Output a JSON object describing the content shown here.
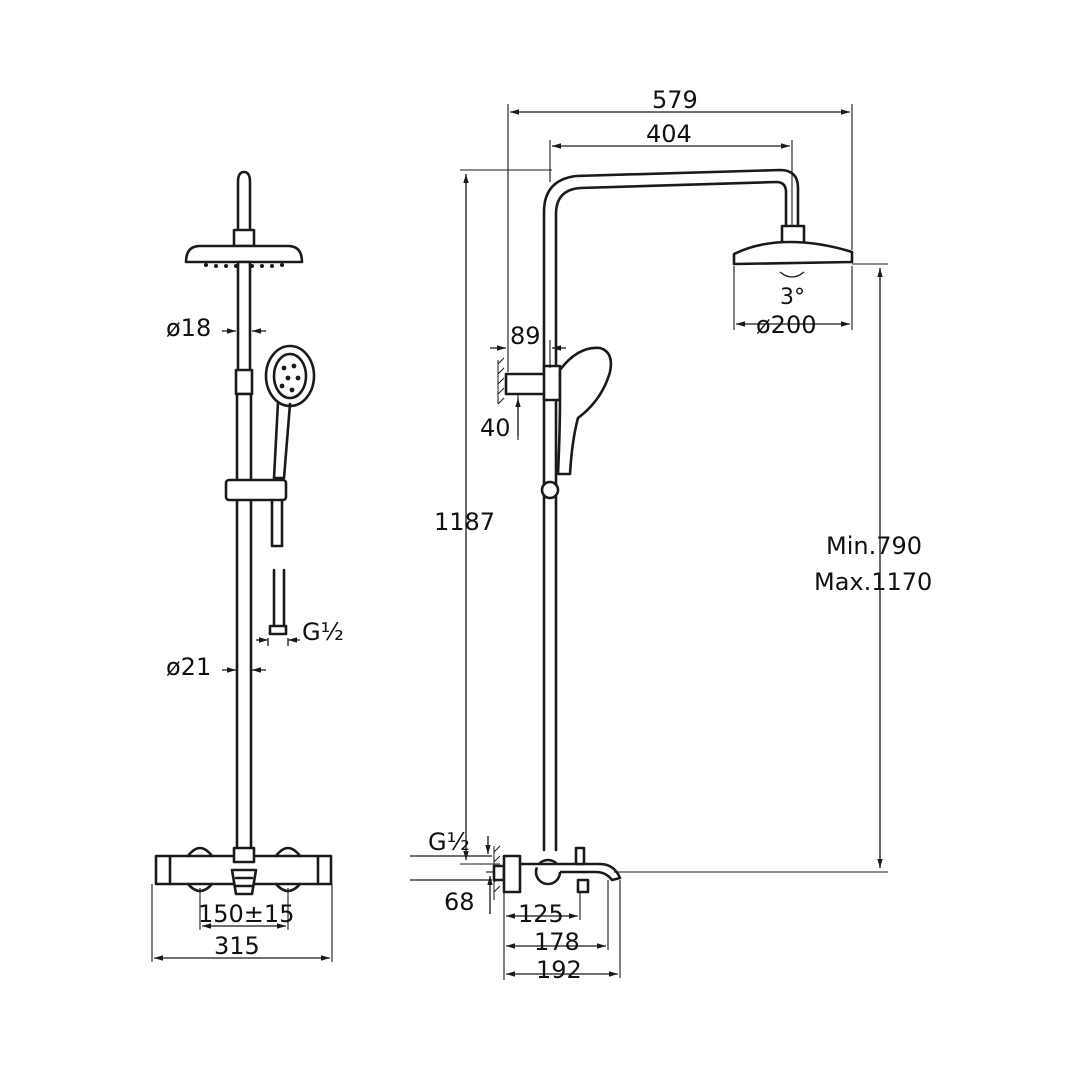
{
  "front_view": {
    "labels": {
      "rod_dia_top": "ø18",
      "hose_thread": "G½",
      "rod_dia_bottom": "ø21",
      "mixer_spacing": "150±15",
      "mixer_width": "315"
    }
  },
  "side_view": {
    "labels": {
      "arm_overall": "579",
      "arm_reach": "404",
      "wall_offset": "89",
      "bracket_height": "40",
      "total_height": "1187",
      "height_min": "Min.790",
      "height_max": "Max.1170",
      "head_angle": "3°",
      "head_dia": "ø200",
      "inlet_thread": "G½",
      "inlet_height": "68",
      "spout_a": "125",
      "spout_b": "178",
      "spout_c": "192"
    }
  }
}
